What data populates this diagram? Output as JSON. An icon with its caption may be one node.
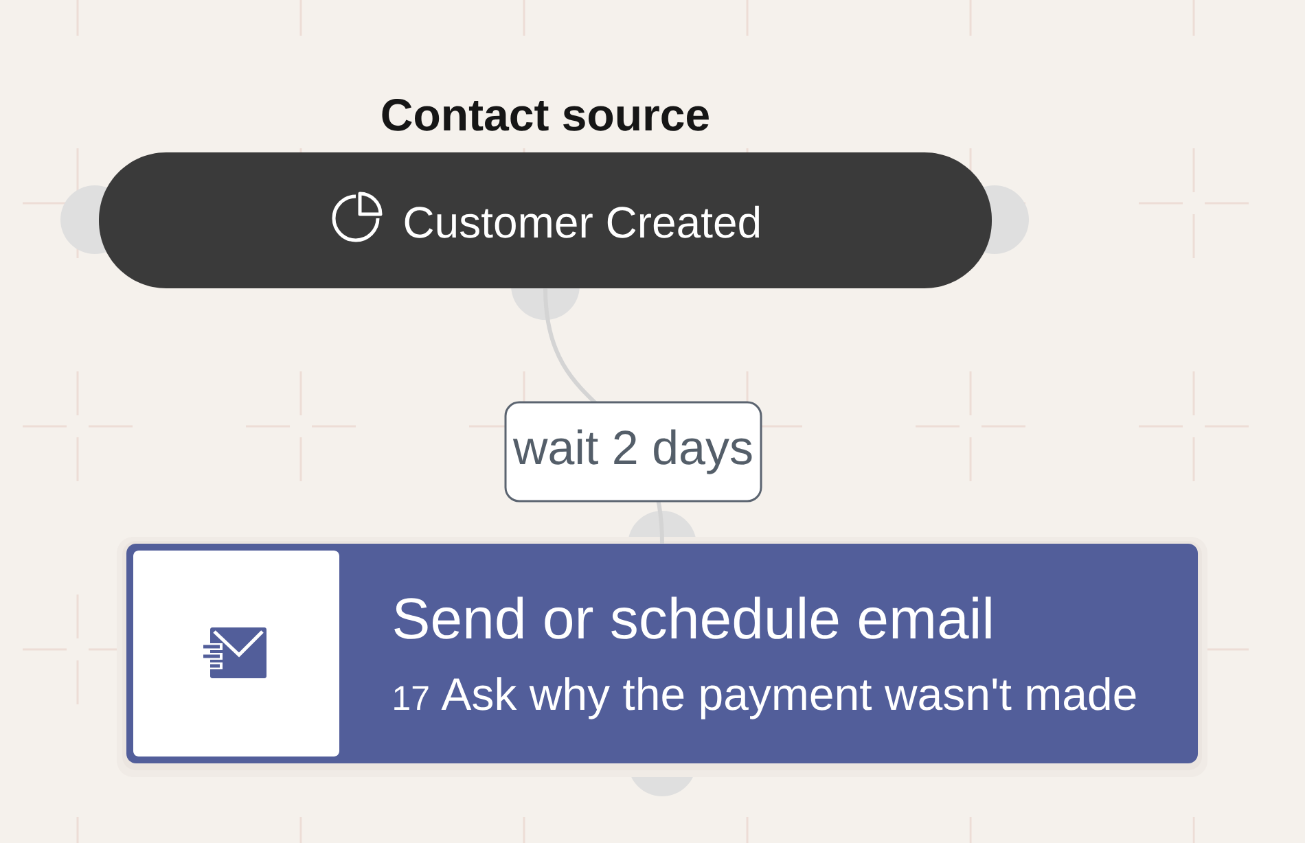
{
  "diagram": {
    "nodes": [
      {
        "text": [
          "Contact source",
          "Customer Created"
        ]
      },
      {
        "text": [
          "Send or schedule email",
          "17",
          "Ask why the payment wasn't made"
        ]
      }
    ],
    "edges": [
      {
        "from": 0,
        "to": 1,
        "arrow": "none",
        "label": "wait 2 days"
      }
    ]
  }
}
